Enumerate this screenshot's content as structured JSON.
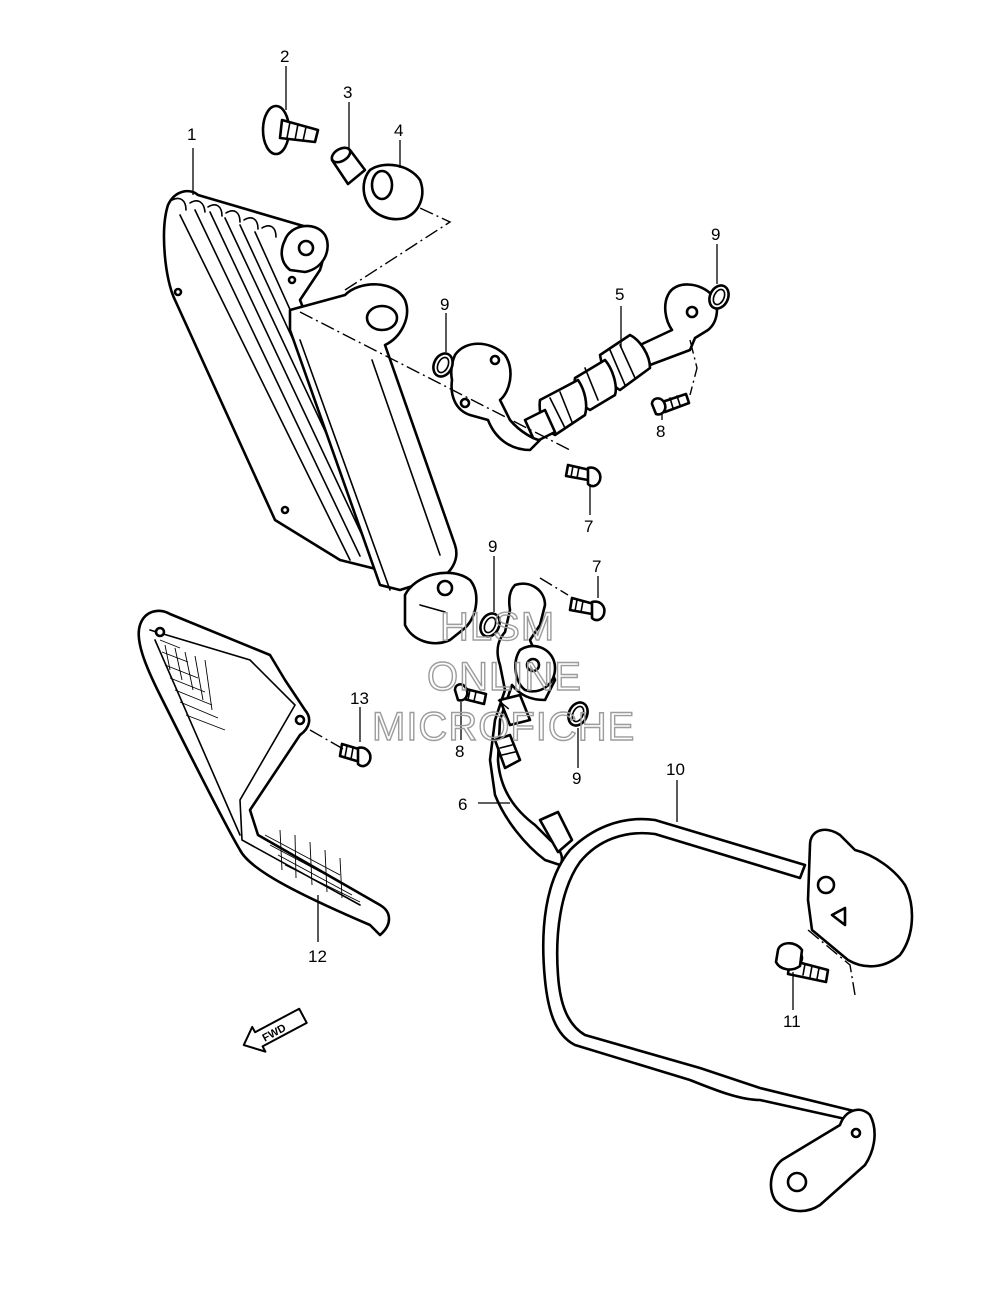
{
  "diagram": {
    "callouts": [
      {
        "id": "c1",
        "text": "1"
      },
      {
        "id": "c2",
        "text": "2"
      },
      {
        "id": "c3",
        "text": "3"
      },
      {
        "id": "c4",
        "text": "4"
      },
      {
        "id": "c5",
        "text": "5"
      },
      {
        "id": "c6",
        "text": "6"
      },
      {
        "id": "c7a",
        "text": "7"
      },
      {
        "id": "c7b",
        "text": "7"
      },
      {
        "id": "c8a",
        "text": "8"
      },
      {
        "id": "c8b",
        "text": "8"
      },
      {
        "id": "c9a",
        "text": "9"
      },
      {
        "id": "c9b",
        "text": "9"
      },
      {
        "id": "c9c",
        "text": "9"
      },
      {
        "id": "c9d",
        "text": "9"
      },
      {
        "id": "c10",
        "text": "10"
      },
      {
        "id": "c11",
        "text": "11"
      },
      {
        "id": "c12",
        "text": "12"
      },
      {
        "id": "c13",
        "text": "13"
      }
    ],
    "fwd_arrow": {
      "text": "FWD"
    },
    "watermark": {
      "line1": "HLSM",
      "line2": "ONLINE",
      "line3": "MICROFICHE"
    }
  }
}
